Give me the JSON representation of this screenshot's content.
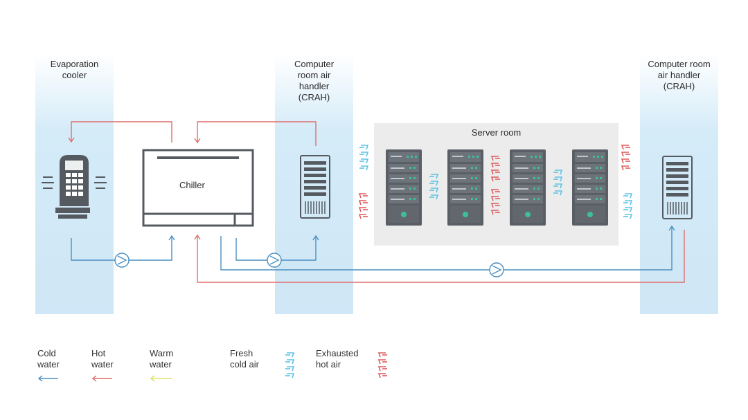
{
  "labels": {
    "evaporation_cooler": [
      "Evaporation",
      "cooler"
    ],
    "crah_left": [
      "Computer",
      "room air",
      "handler",
      "(CRAH)"
    ],
    "crah_right": [
      "Computer room",
      "air handler",
      "(CRAH)"
    ],
    "chiller": "Chiller",
    "server_room": "Server room"
  },
  "legend": {
    "cold_water": [
      "Cold",
      "water"
    ],
    "hot_water": [
      "Hot",
      "water"
    ],
    "warm_water": [
      "Warm",
      "water"
    ],
    "fresh_cold_air": [
      "Fresh",
      "cold air"
    ],
    "exhausted_hot_air": [
      "Exhausted",
      "hot air"
    ]
  },
  "colors": {
    "cold": "#4a8fc2",
    "hot": "#e06d6d",
    "warm": "#dfe36a",
    "fresh_air": "#5bc3e6",
    "hot_air": "#e05a5a",
    "column": "#cfe7f6",
    "server_room": "#ececec",
    "equipment": "#555a60",
    "led": "#3dbf9a"
  },
  "icons": [
    "evaporation-cooler-icon",
    "chiller-unit-icon",
    "crah-unit-icon",
    "server-rack-icon",
    "pump-icon"
  ]
}
